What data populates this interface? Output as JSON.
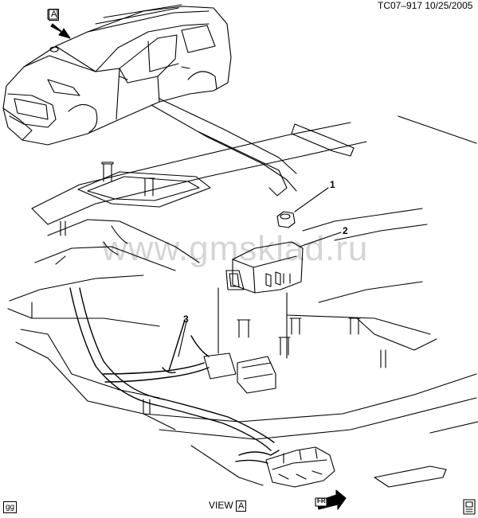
{
  "header": {
    "ref": "TC07–917  10/25/2005"
  },
  "view_marker": {
    "letter": "A"
  },
  "callouts": [
    "1",
    "2",
    "3"
  ],
  "footer": {
    "view_prefix": "VIEW",
    "view_letter": "A",
    "code": "gg",
    "front_label": "FRT"
  },
  "watermark": "www.gmsklad.ru",
  "icons": [
    "direction-arrow-icon",
    "front-arrow-icon",
    "corner-symbol-icon"
  ]
}
